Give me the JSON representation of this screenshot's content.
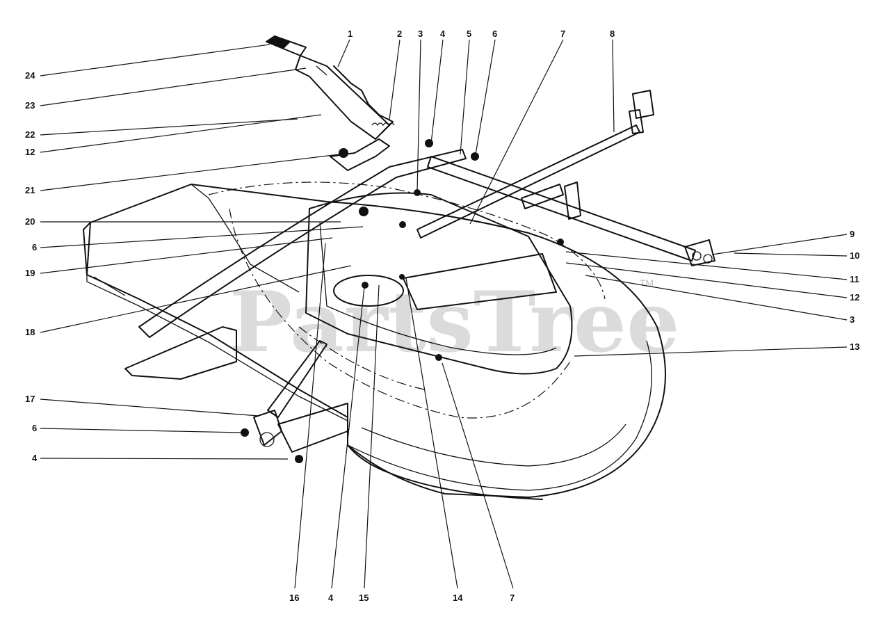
{
  "watermark": {
    "text": "PartsTree",
    "trademark": "TM"
  },
  "callouts": {
    "top_1": "1",
    "top_2": "2",
    "top_3": "3",
    "top_4": "4",
    "top_5": "5",
    "top_6": "6",
    "top_7": "7",
    "top_8": "8",
    "left_24": "24",
    "left_23": "23",
    "left_22": "22",
    "left_12": "12",
    "left_21": "21",
    "left_20": "20",
    "left_6a": "6",
    "left_19": "19",
    "left_18": "18",
    "left_17": "17",
    "left_6b": "6",
    "left_4": "4",
    "right_9": "9",
    "right_10": "10",
    "right_11": "11",
    "right_12": "12",
    "right_3": "3",
    "right_13": "13",
    "bottom_16": "16",
    "bottom_4": "4",
    "bottom_15": "15",
    "bottom_14": "14",
    "bottom_7": "7"
  }
}
